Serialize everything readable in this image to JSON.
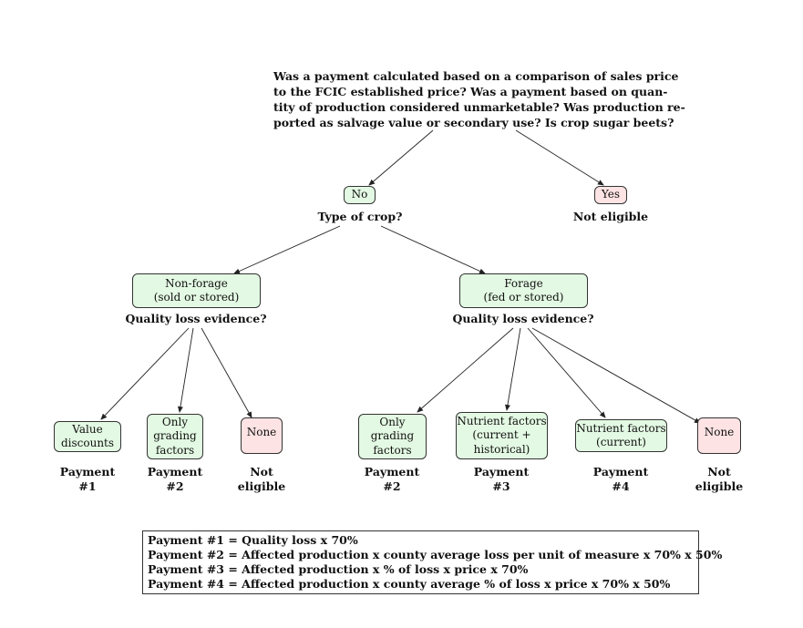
{
  "root_question": {
    "lines": [
      "Was a payment calculated based on a comparison of sales price",
      "to the FCIC established price?  Was a payment based on quan-",
      "tity of production considered unmarketable?  Was production re-",
      "ported as salvage value or secondary use?  Is crop sugar beets?"
    ]
  },
  "answer_no": {
    "label": "No",
    "caption": "Type of crop?"
  },
  "answer_yes": {
    "label": "Yes",
    "caption": "Not eligible"
  },
  "non_forage": {
    "label": "Non-forage\n(sold or stored)",
    "caption": "Quality loss evidence?"
  },
  "forage": {
    "label": "Forage\n(fed or stored)",
    "caption": "Quality loss evidence?"
  },
  "leaves": [
    {
      "label": "Value\ndiscounts",
      "outcome": "Payment\n#1"
    },
    {
      "label": "Only\ngrading\nfactors",
      "outcome": "Payment\n#2"
    },
    {
      "label": "None",
      "outcome": "Not\neligible"
    },
    {
      "label": "Only\ngrading\nfactors",
      "outcome": "Payment\n#2"
    },
    {
      "label": "Nutrient factors\n(current +\nhistorical)",
      "outcome": "Payment\n#3"
    },
    {
      "label": "Nutrient factors\n(current)",
      "outcome": "Payment\n#4"
    },
    {
      "label": "None",
      "outcome": "Not\neligible"
    }
  ],
  "legend": [
    "Payment #1 = Quality loss x 70%",
    "Payment #2 = Affected production x county average loss per unit of measure x 70% x 50%",
    "Payment #3 = Affected production x % of loss x price x 70%",
    "Payment #4 = Affected production x county average % of loss x price x 70% x 50%"
  ],
  "colors": {
    "eligible_fill": "#e3f9e3",
    "ineligible_fill": "#fde3e3",
    "border": "#333333"
  }
}
